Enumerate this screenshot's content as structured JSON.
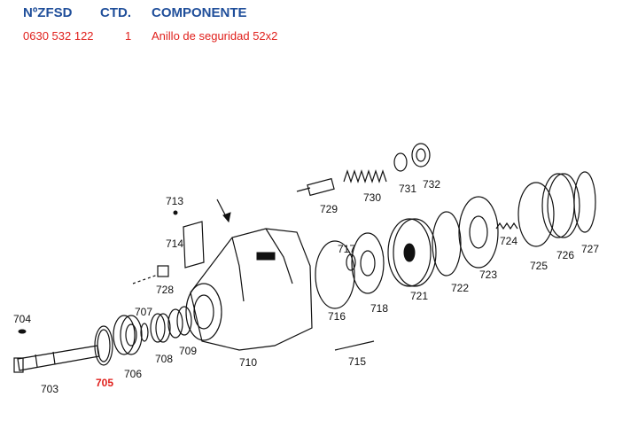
{
  "header": {
    "col_code": "NºZFSD",
    "col_qty": "CTD.",
    "col_component": "COMPONENTE"
  },
  "selected_row": {
    "code": "0630 532 122",
    "qty": "1",
    "component": "Anillo de seguridad 52x2"
  },
  "highlight_color": "#e0201c",
  "header_color": "#1f4e9a",
  "part_labels": {
    "p703": "703",
    "p704": "704",
    "p705": "705",
    "p706": "706",
    "p707": "707",
    "p708": "708",
    "p709": "709",
    "p710": "710",
    "p713": "713",
    "p714": "714",
    "p715": "715",
    "p716": "716",
    "p717": "717",
    "p718": "718",
    "p721": "721",
    "p722": "722",
    "p723": "723",
    "p724": "724",
    "p725": "725",
    "p726": "726",
    "p727": "727",
    "p728": "728",
    "p729": "729",
    "p730": "730",
    "p731": "731",
    "p732": "732"
  }
}
